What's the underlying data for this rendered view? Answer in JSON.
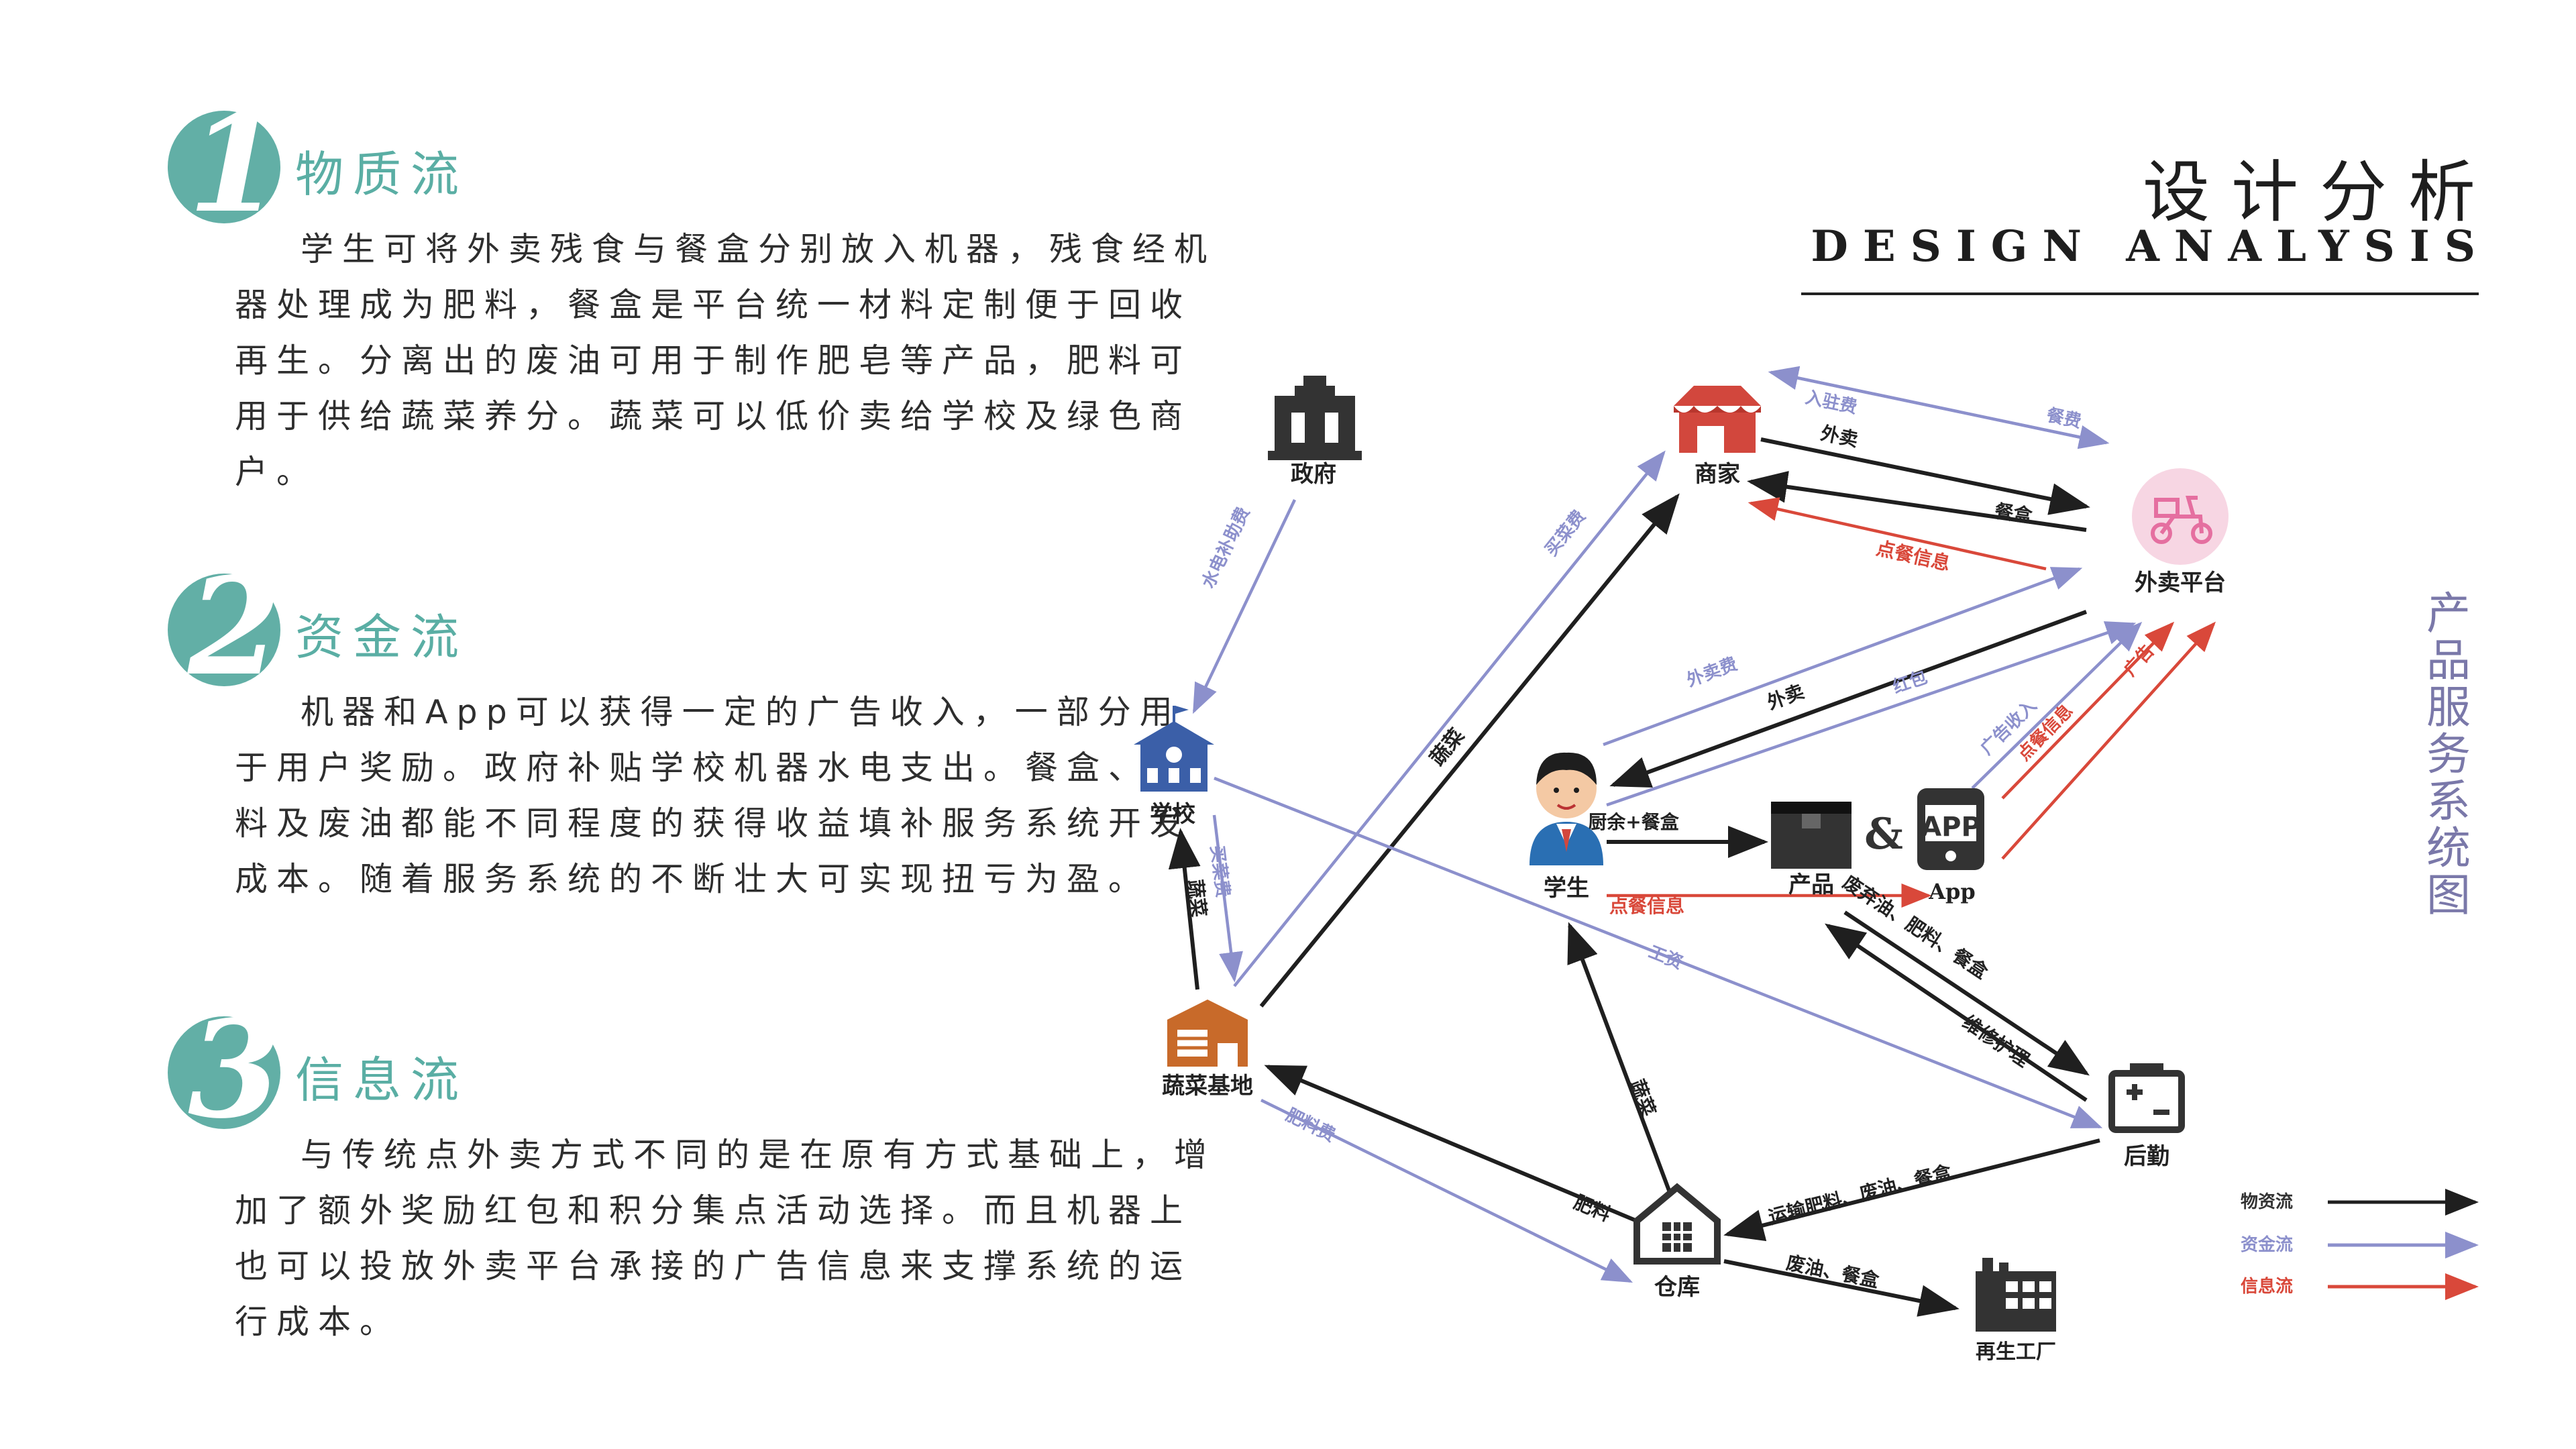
{
  "header": {
    "title_zh": "设计分析",
    "title_en": "DESIGN ANALYSIS"
  },
  "vertical_title": "产品服务系统图",
  "sections": [
    {
      "number": "1",
      "title": "物质流",
      "body": "学生可将外卖残食与餐盒分别放入机器，残食经机器处理成为肥料，餐盒是平台统一材料定制便于回收再生。分离出的废油可用于制作肥皂等产品，肥料可用于供给蔬菜养分。蔬菜可以低价卖给学校及绿色商户。"
    },
    {
      "number": "2",
      "title": "资金流",
      "body": "机器和App可以获得一定的广告收入，一部分用于用户奖励。政府补贴学校机器水电支出。餐盒、肥料及废油都能不同程度的获得收益填补服务系统开发成本。随着服务系统的不断壮大可实现扭亏为盈。"
    },
    {
      "number": "3",
      "title": "信息流",
      "body": "与传统点外卖方式不同的是在原有方式基础上，增加了额外奖励红包和积分集点活动选择。而且机器上也可以投放外卖平台承接的广告信息来支撑系统的运行成本。"
    }
  ],
  "colors": {
    "teal": "#62afa6",
    "material": "#1f1f1f",
    "money": "#8c90cc",
    "info": "#d9483a",
    "vertical_title": "#7a78a9"
  },
  "nodes": [
    {
      "id": "government",
      "label": "政府",
      "icon": "government-building-icon",
      "color": "#333333"
    },
    {
      "id": "merchant",
      "label": "商家",
      "icon": "storefront-icon",
      "color": "#d2473d"
    },
    {
      "id": "platform",
      "label": "外卖平台",
      "icon": "delivery-scooter-icon",
      "color": "#e56fa0"
    },
    {
      "id": "school",
      "label": "学校",
      "icon": "school-building-icon",
      "color": "#3b5fa8"
    },
    {
      "id": "student",
      "label": "学生",
      "icon": "student-avatar-icon",
      "color": "#333333"
    },
    {
      "id": "product",
      "label": "产品",
      "icon": "machine-box-icon",
      "color": "#333333"
    },
    {
      "id": "app",
      "label": "App",
      "icon": "app-phone-icon",
      "color": "#333333"
    },
    {
      "id": "base",
      "label": "蔬菜基地",
      "icon": "farm-barn-icon",
      "color": "#c86a2a"
    },
    {
      "id": "warehouse",
      "label": "仓库",
      "icon": "warehouse-icon",
      "color": "#333333"
    },
    {
      "id": "logistics",
      "label": "后勤",
      "icon": "logistics-kit-icon",
      "color": "#333333"
    },
    {
      "id": "factory",
      "label": "再生工厂",
      "icon": "factory-icon",
      "color": "#333333"
    }
  ],
  "ampersand": "&",
  "edges": [
    {
      "label": "入驻费",
      "type": "money"
    },
    {
      "label": "餐费",
      "type": "money"
    },
    {
      "label": "外卖",
      "type": "material"
    },
    {
      "label": "餐盒",
      "type": "material"
    },
    {
      "label": "点餐信息",
      "type": "info"
    },
    {
      "label": "外卖费",
      "type": "money"
    },
    {
      "label": "外卖",
      "type": "material"
    },
    {
      "label": "红包",
      "type": "money"
    },
    {
      "label": "广告收入",
      "type": "money"
    },
    {
      "label": "点餐信息",
      "type": "info"
    },
    {
      "label": "广告",
      "type": "info"
    },
    {
      "label": "买菜费",
      "type": "money"
    },
    {
      "label": "蔬菜",
      "type": "material"
    },
    {
      "label": "水电补助费",
      "type": "money"
    },
    {
      "label": "买菜费",
      "type": "money"
    },
    {
      "label": "蔬菜",
      "type": "material"
    },
    {
      "label": "厨余+餐盒",
      "type": "material"
    },
    {
      "label": "点餐信息",
      "type": "info"
    },
    {
      "label": "工资",
      "type": "money"
    },
    {
      "label": "废弃油、肥料、餐盒",
      "type": "material"
    },
    {
      "label": "维修护理",
      "type": "material"
    },
    {
      "label": "蔬菜",
      "type": "material"
    },
    {
      "label": "运输肥料、废油、餐盒",
      "type": "material"
    },
    {
      "label": "肥料",
      "type": "material"
    },
    {
      "label": "肥料费",
      "type": "money"
    },
    {
      "label": "废油、餐盒",
      "type": "material"
    }
  ],
  "legend": [
    {
      "label": "物资流",
      "type": "material"
    },
    {
      "label": "资金流",
      "type": "money"
    },
    {
      "label": "信息流",
      "type": "info"
    }
  ]
}
